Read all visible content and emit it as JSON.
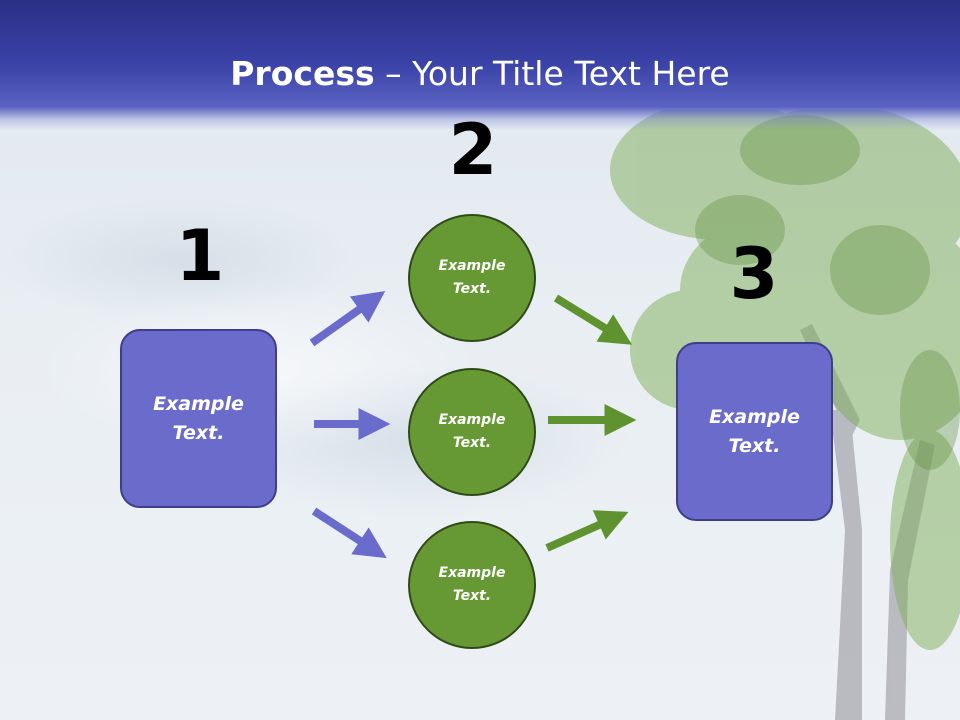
{
  "title": {
    "bold": "Process",
    "rest": " – Your Title Text Here"
  },
  "steps": [
    {
      "number": "1",
      "label": "Example\nText."
    },
    {
      "number": "2",
      "nodes": [
        "Example\nText.",
        "Example\nText.",
        "Example\nText."
      ]
    },
    {
      "number": "3",
      "label": "Example\nText."
    }
  ],
  "colors": {
    "header": "#3b43a8",
    "box_fill": "#6b6bcc",
    "circle_fill": "#669933",
    "arrow_blue": "#6b6bcc",
    "arrow_green": "#5f9330"
  },
  "background": "sky-with-tree"
}
